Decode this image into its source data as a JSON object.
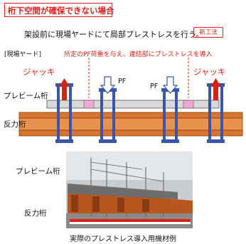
{
  "title": "桁下空間が確保できない場合",
  "main_text": "架設前に現場ヤードにて局部プレストレスを行う。",
  "badge": "新工法",
  "yard_label": "[現場ヤード]",
  "note": "所定のPF荷重を与え、連結部にプレストレスを導入",
  "jack_left": "ジャッキ",
  "jack_right": "ジャッキ",
  "pf_left": "PF",
  "pf_right": "PF",
  "labels": {
    "prebeam": "プレビーム桁",
    "reaction": "反力桁",
    "prebeam_photo": "プレビーム桁",
    "reaction_photo": "反力桁"
  },
  "caption": "実際のプレストレス導入用機材例",
  "colors": {
    "accent": "#e0201b",
    "column": "#3a56a8",
    "reaction_beam": "#d9752e",
    "prebeam": "#d9d9d9",
    "joint": "#f4a6d6"
  }
}
